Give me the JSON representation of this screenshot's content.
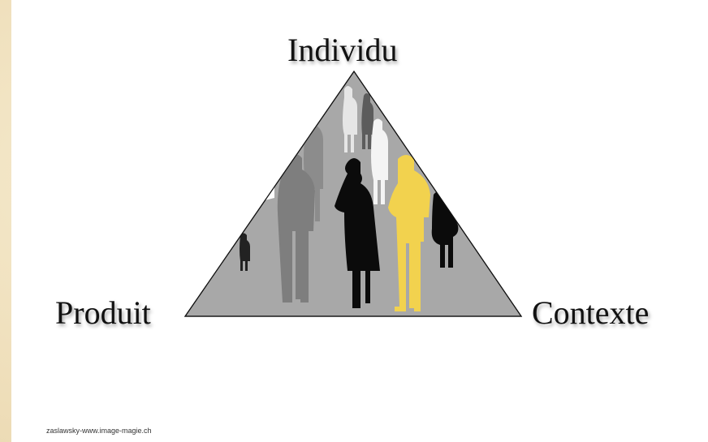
{
  "diagram": {
    "top_label": "Individu",
    "left_label": "Produit",
    "right_label": "Contexte",
    "credit": "zaslawsky-www.image-magie.ch"
  },
  "colors": {
    "triangle_fill": "#a6a6a6",
    "figure_light": "#cfcfcf",
    "figure_mid": "#858585",
    "figure_dark": "#0a0a0a",
    "figure_highlight": "#f2d24e",
    "background": "#f3e6c8"
  }
}
